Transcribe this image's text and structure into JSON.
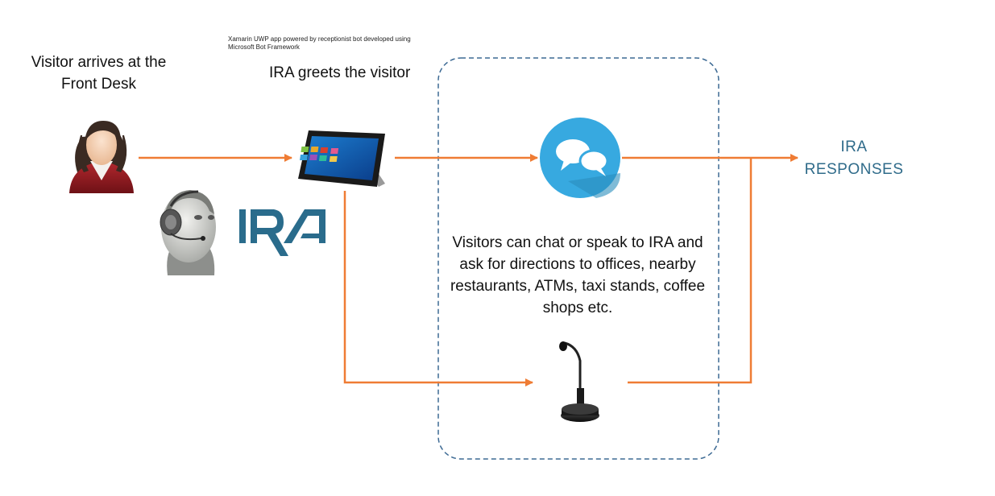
{
  "visitor_label": "Visitor arrives at the Front Desk",
  "app_note": "Xamarin UWP app powered by receptionist bot developed using Microsoft Bot Framework",
  "greets_label": "IRA greets the visitor",
  "logo_text": "IRA",
  "responses_label": "IRA RESPONSES",
  "body_text": "Visitors can chat or speak to IRA and ask for directions to offices, nearby restaurants, ATMs, taxi stands, coffee shops etc.",
  "colors": {
    "arrow": "#ef7c34",
    "dashed_box": "#3d6a94",
    "chat_bubble_bg": "#37a9e0",
    "responses_text": "#2f6b8a",
    "logo": "#2a6c8c"
  },
  "icons": [
    "visitor-icon",
    "robot-icon",
    "ira-logo",
    "tablet-icon",
    "chat-icon",
    "microphone-icon"
  ]
}
